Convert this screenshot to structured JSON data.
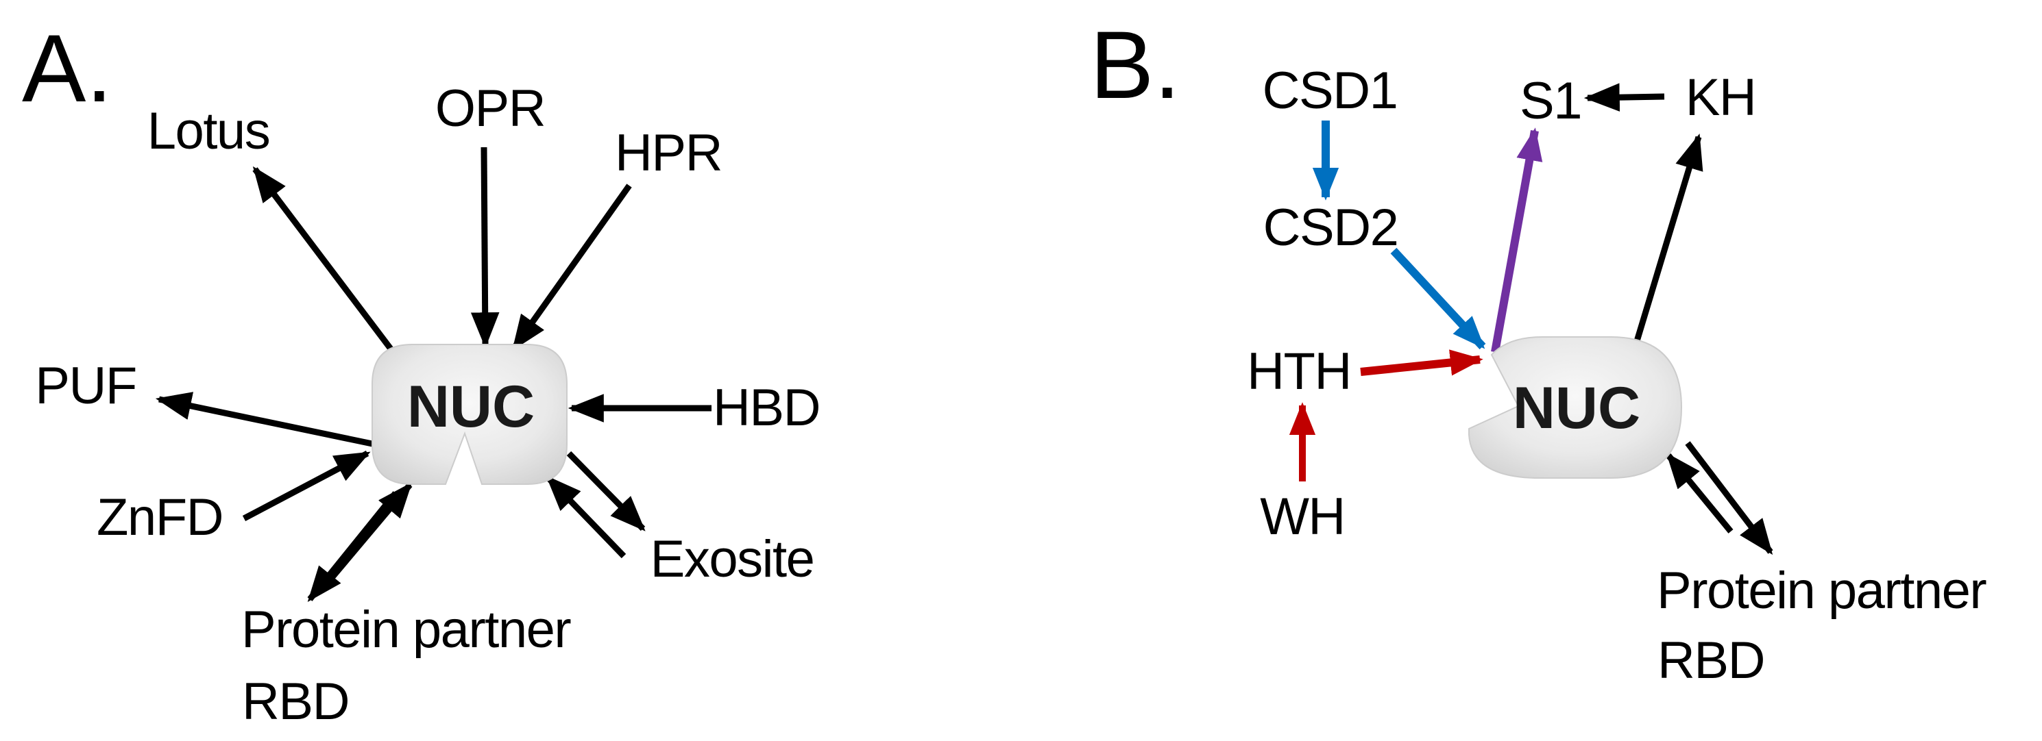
{
  "figure": {
    "type": "protein-domain-interaction-diagram",
    "panel_a": {
      "label": "A.",
      "nuc_label": "NUC",
      "labels": {
        "lotus": "Lotus",
        "opr": "OPR",
        "hpr": "HPR",
        "puf": "PUF",
        "znfd": "ZnFD",
        "hbd": "HBD",
        "exosite": "Exosite",
        "protein_partner_line1": "Protein partner",
        "protein_partner_line2": "RBD"
      }
    },
    "panel_b": {
      "label": "B.",
      "nuc_label": "NUC",
      "labels": {
        "csd1": "CSD1",
        "csd2": "CSD2",
        "s1": "S1",
        "kh": "KH",
        "hth": "HTH",
        "wh": "WH",
        "protein_partner_line1": "Protein partner",
        "protein_partner_line2": "RBD"
      }
    },
    "relations": [
      {
        "panel": "A",
        "from": "NUC",
        "to": "Lotus",
        "color": "black",
        "type": "single"
      },
      {
        "panel": "A",
        "from": "OPR",
        "to": "NUC",
        "color": "black",
        "type": "single"
      },
      {
        "panel": "A",
        "from": "HPR",
        "to": "NUC",
        "color": "black",
        "type": "single"
      },
      {
        "panel": "A",
        "from": "NUC",
        "to": "PUF",
        "color": "black",
        "type": "single"
      },
      {
        "panel": "A",
        "from": "ZnFD",
        "to": "NUC",
        "color": "black",
        "type": "single"
      },
      {
        "panel": "A",
        "from": "HBD",
        "to": "NUC",
        "color": "black",
        "type": "single"
      },
      {
        "panel": "A",
        "from": "NUC",
        "to": "Exosite",
        "color": "black",
        "type": "double"
      },
      {
        "panel": "A",
        "from": "NUC",
        "to": "Protein partner RBD",
        "color": "black",
        "type": "double"
      },
      {
        "panel": "B",
        "from": "CSD1",
        "to": "CSD2",
        "color": "blue",
        "type": "single"
      },
      {
        "panel": "B",
        "from": "CSD2",
        "to": "NUC",
        "color": "blue",
        "type": "single"
      },
      {
        "panel": "B",
        "from": "NUC",
        "to": "S1",
        "color": "purple",
        "type": "single"
      },
      {
        "panel": "B",
        "from": "KH",
        "to": "S1",
        "color": "black",
        "type": "single"
      },
      {
        "panel": "B",
        "from": "NUC",
        "to": "KH",
        "color": "black",
        "type": "single"
      },
      {
        "panel": "B",
        "from": "HTH",
        "to": "NUC",
        "color": "red",
        "type": "single"
      },
      {
        "panel": "B",
        "from": "WH",
        "to": "HTH",
        "color": "red",
        "type": "single"
      },
      {
        "panel": "B",
        "from": "NUC",
        "to": "Protein partner RBD",
        "color": "black",
        "type": "double"
      }
    ]
  },
  "colors": {
    "black": "#000000",
    "blue": "#0070C0",
    "red": "#C00000",
    "purple": "#7030A0",
    "nuc_fill_light": "#F8F8F8",
    "nuc_fill_mid": "#E9E9E9",
    "nuc_fill_dark": "#D2D2D2"
  }
}
